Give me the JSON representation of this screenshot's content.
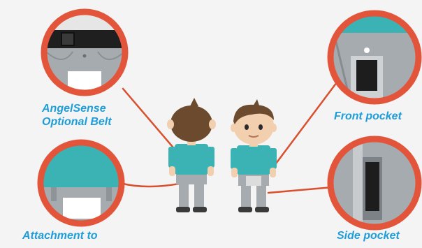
{
  "labels": {
    "belt_line1": "AngelSense",
    "belt_line2": "Optional Belt",
    "attachment": "Attachment to",
    "front_pocket": "Front pocket",
    "side_pocket": "Side pocket"
  },
  "colors": {
    "background": "#f4f4f4",
    "label_text": "#1f9dd9",
    "callout_ring": "#e2553a",
    "connector_line": "#d9502f",
    "shirt": "#3bb3b5",
    "pants": "#a6abaf",
    "hair": "#6b4a2e",
    "skin": "#f2cfae"
  },
  "icons": {
    "belt_callout": "belt-closeup-icon",
    "attachment_callout": "waistband-closeup-icon",
    "front_pocket_callout": "front-pocket-closeup-icon",
    "side_pocket_callout": "side-pocket-closeup-icon",
    "back_figure": "boy-back-view-icon",
    "front_figure": "boy-front-view-icon"
  }
}
